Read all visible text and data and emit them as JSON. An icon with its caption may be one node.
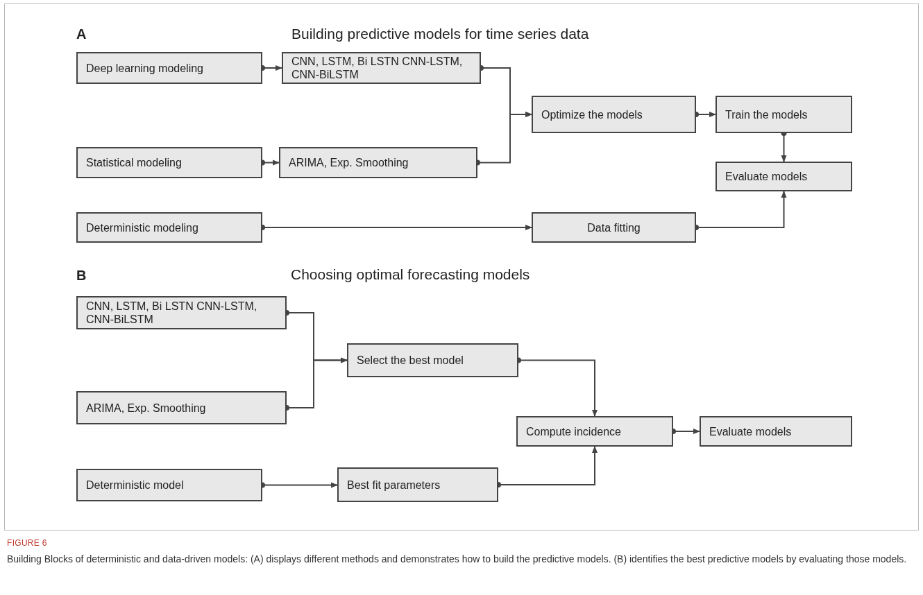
{
  "diagram": {
    "caption": "Building Blocks of deterministic and data-driven models: (A) displays different methods and demonstrates how to build the predictive models. (B) identifies the best predictive models by evaluating those models.",
    "nodes": [
      {
        "text": [
          "Deep learning modeling"
        ]
      },
      {
        "text": [
          "CNN, LSTM, Bi LSTN CNN-LSTM, CNN-BiLSTM"
        ]
      },
      {
        "text": [
          "Statistical modeling"
        ]
      },
      {
        "text": [
          "ARIMA,  Exp. Smoothing"
        ]
      },
      {
        "text": [
          "Optimize the models"
        ]
      },
      {
        "text": [
          "Train the models"
        ]
      },
      {
        "text": [
          "Evaluate models"
        ]
      },
      {
        "text": [
          "Deterministic modeling"
        ]
      },
      {
        "text": [
          "Data fitting"
        ]
      },
      {
        "text": [
          "CNN, LSTM, Bi LSTN CNN-LSTM, CNN-BiLSTM"
        ]
      },
      {
        "text": [
          "ARIMA, Exp. Smoothing"
        ]
      },
      {
        "text": [
          "Select the best model"
        ]
      },
      {
        "text": [
          "Compute incidence"
        ]
      },
      {
        "text": [
          "Evaluate  models"
        ]
      },
      {
        "text": [
          "Deterministic model"
        ]
      },
      {
        "text": [
          "Best fit parameters"
        ]
      }
    ],
    "edges": [
      {
        "from": 0,
        "to": 1,
        "arrow": "to"
      },
      {
        "from": 2,
        "to": 3,
        "arrow": "to"
      },
      {
        "from": 1,
        "to": 4,
        "arrow": "to"
      },
      {
        "from": 3,
        "to": 4,
        "arrow": "to"
      },
      {
        "from": 4,
        "to": 5,
        "arrow": "to"
      },
      {
        "from": 5,
        "to": 6,
        "arrow": "to"
      },
      {
        "from": 7,
        "to": 8,
        "arrow": "to"
      },
      {
        "from": 8,
        "to": 6,
        "arrow": "to"
      },
      {
        "from": 9,
        "to": 11,
        "arrow": "to"
      },
      {
        "from": 10,
        "to": 11,
        "arrow": "to"
      },
      {
        "from": 11,
        "to": 12,
        "arrow": "to"
      },
      {
        "from": 14,
        "to": 15,
        "arrow": "to"
      },
      {
        "from": 15,
        "to": 12,
        "arrow": "to"
      },
      {
        "from": 12,
        "to": 13,
        "arrow": "to"
      }
    ],
    "labels": [
      "A",
      "Building predictive models for time series data",
      "B",
      "Choosing optimal forecasting models",
      "FIGURE 6"
    ]
  }
}
